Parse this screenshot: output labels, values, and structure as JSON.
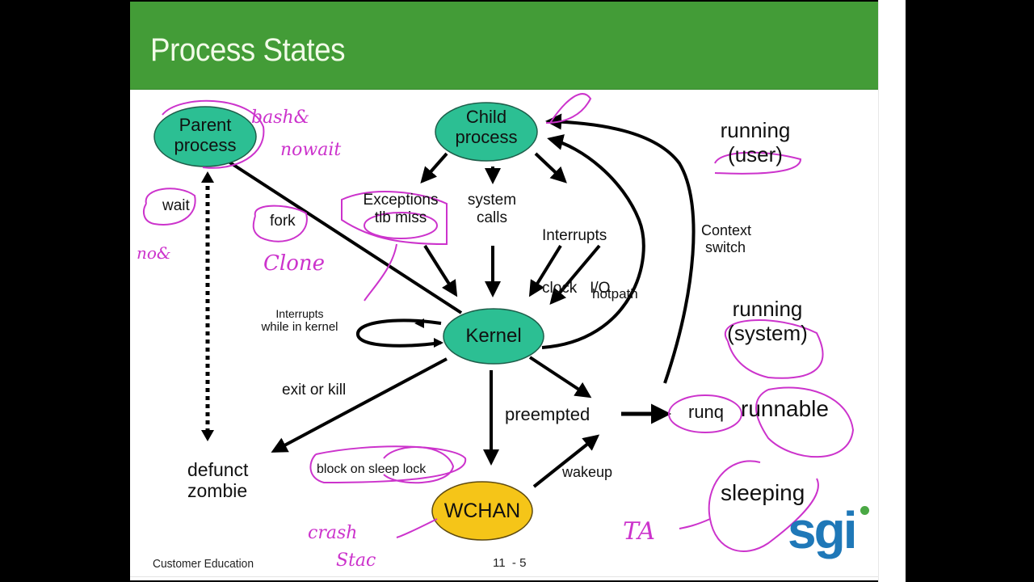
{
  "slide": {
    "title": "Process States",
    "footer_left": "Customer Education",
    "footer_page": "11  - 5",
    "logo": "sgi",
    "colors": {
      "header_bg": "#439c37",
      "title_text": "#f2fbe8",
      "process_node": "#2cbf93",
      "wchan_node": "#f5c518",
      "annotation_ink": "#cc33cc",
      "logo_blue": "#1f78b8",
      "logo_dot": "#4aa844"
    }
  },
  "nodes": {
    "parent": {
      "line1": "Parent",
      "line2": "process"
    },
    "child": {
      "line1": "Child",
      "line2": "process"
    },
    "kernel": {
      "label": "Kernel"
    },
    "wchan": {
      "label": "WCHAN"
    }
  },
  "labels": {
    "exceptions": {
      "line1": "Exceptions",
      "line2": "tlb miss"
    },
    "system_calls": {
      "line1": "system",
      "line2": "calls"
    },
    "interrupts": {
      "line1": "Interrupts",
      "line2": "clock   I/O"
    },
    "wait": "wait",
    "fork": "fork",
    "interrupts_kernel": {
      "line1": "Interrupts",
      "line2": "while in kernel"
    },
    "exit_or_kill": "exit or kill",
    "defunct": {
      "line1": "defunct",
      "line2": "zombie"
    },
    "block_on_sleep_lock": "block on sleep lock",
    "preempted": "preempted",
    "wakeup": "wakeup",
    "hotpath": "hotpath",
    "context_switch": {
      "line1": "Context",
      "line2": "switch"
    }
  },
  "legend": {
    "running_user": {
      "line1": "running",
      "line2": "(user)"
    },
    "running_system": {
      "line1": "running",
      "line2": "(system)"
    },
    "runq": "runq",
    "runnable": "runnable",
    "sleeping": "sleeping"
  },
  "handwriting": {
    "bash_nowait": [
      "bash&",
      "nowait"
    ],
    "not": "no&",
    "clone": "Clone",
    "crash_stack": [
      "crash",
      "Stac"
    ],
    "ta": "TA"
  }
}
